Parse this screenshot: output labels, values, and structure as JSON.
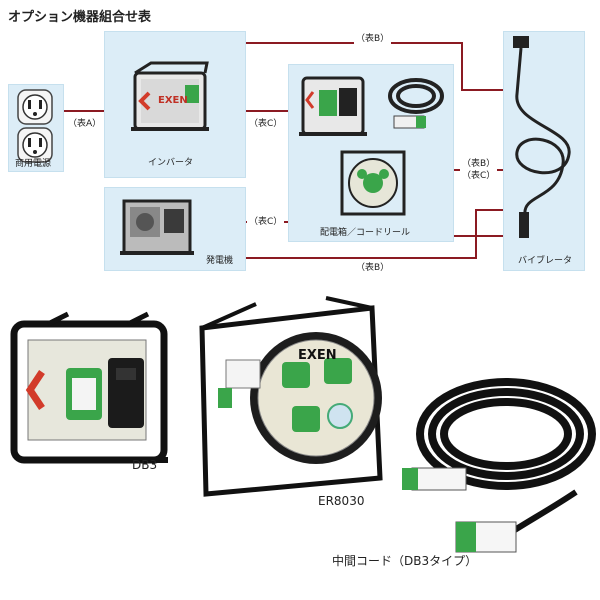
{
  "title": "オプション機器組合せ表",
  "panels": {
    "power": "商用電源",
    "inverter": "インバータ",
    "generator": "発電機",
    "distribution": "配電箱／コードリール",
    "vibrator": "バイブレータ"
  },
  "connectors": {
    "a": "（表A）",
    "c1": "（表C）",
    "c2": "（表C）",
    "b_top": "（表B）",
    "b_bottom": "（表B）",
    "bc_line1": "（表B）",
    "bc_line2": "（表C）"
  },
  "brand": "EXEN",
  "products": {
    "db3": "DB3",
    "er8030": "ER8030",
    "cord": "中間コード（DB3タイプ）"
  },
  "colors": {
    "panel": "#dcedf7",
    "line": "#8b1a22",
    "accent_green": "#3aa54a",
    "frame": "#1a1a1a"
  }
}
